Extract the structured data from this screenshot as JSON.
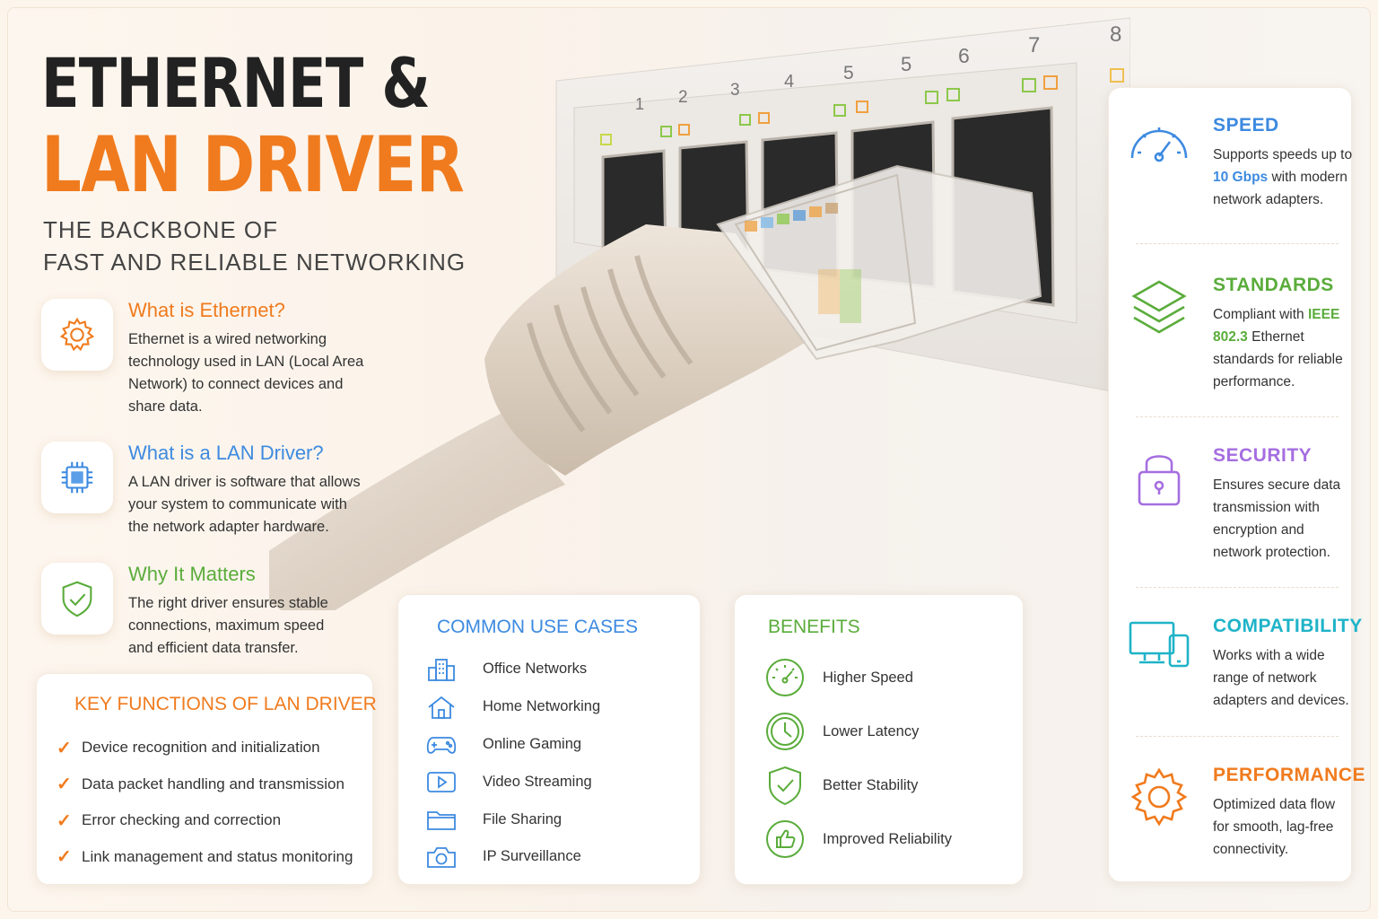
{
  "title": {
    "line1": "ETHERNET &",
    "line2": "LAN DRIVER",
    "subtitle_line1": "THE BACKBONE OF",
    "subtitle_line2": "FAST AND RELIABLE NETWORKING"
  },
  "port_numbers": [
    "1",
    "2",
    "3",
    "4",
    "5",
    "5",
    "6",
    "7",
    "8"
  ],
  "intro": [
    {
      "title": "What is Ethernet?",
      "text": "Ethernet is a wired networking technology used in LAN (Local Area Network) to connect devices and share data.",
      "icon": "gear-icon",
      "color": "#f07b1e"
    },
    {
      "title": "What is a LAN Driver?",
      "text": "A LAN driver is software that allows your system to communicate with the network adapter hardware.",
      "icon": "chip-icon",
      "color": "#3d8ae0"
    },
    {
      "title": "Why It Matters",
      "text": "The right driver ensures stable connections, maximum speed and efficient data transfer.",
      "icon": "shield-check-icon",
      "color": "#5aac3b"
    }
  ],
  "key_functions": {
    "title": "KEY FUNCTIONS OF LAN DRIVER",
    "items": [
      "Device recognition and initialization",
      "Data packet handling and transmission",
      "Error checking and correction",
      "Link management and status monitoring"
    ]
  },
  "use_cases": {
    "title": "COMMON USE CASES",
    "items": [
      {
        "label": "Office Networks",
        "icon": "building-icon"
      },
      {
        "label": "Home Networking",
        "icon": "home-icon"
      },
      {
        "label": "Online Gaming",
        "icon": "gamepad-icon"
      },
      {
        "label": "Video Streaming",
        "icon": "play-icon"
      },
      {
        "label": "File Sharing",
        "icon": "folder-icon"
      },
      {
        "label": "IP Surveillance",
        "icon": "camera-icon"
      }
    ]
  },
  "benefits": {
    "title": "BENEFITS",
    "items": [
      {
        "label": "Higher Speed",
        "icon": "speedometer-icon"
      },
      {
        "label": "Lower Latency",
        "icon": "clock-icon"
      },
      {
        "label": "Better Stability",
        "icon": "shield-check-icon"
      },
      {
        "label": "Improved Reliability",
        "icon": "thumbs-up-icon"
      }
    ]
  },
  "features": [
    {
      "title": "SPEED",
      "text_before": "Supports speeds up to ",
      "highlight": "10 Gbps",
      "text_after": " with modern network adapters.",
      "color": "#3d8ae0",
      "icon": "speedometer-icon"
    },
    {
      "title": "STANDARDS",
      "text_before": "Compliant with ",
      "highlight": "IEEE 802.3",
      "text_after": " Ethernet standards for reliable performance.",
      "color": "#5aac3b",
      "icon": "layers-icon"
    },
    {
      "title": "SECURITY",
      "text_before": "Ensures secure data transmission with encryption and network protection.",
      "highlight": "",
      "text_after": "",
      "color": "#a56ee0",
      "icon": "lock-icon"
    },
    {
      "title": "COMPATIBILITY",
      "text_before": "Works with a wide range of network adapters and devices.",
      "highlight": "",
      "text_after": "",
      "color": "#1fb3c8",
      "icon": "devices-icon"
    },
    {
      "title": "PERFORMANCE",
      "text_before": "Optimized data flow for smooth, lag-free connectivity.",
      "highlight": "",
      "text_after": "",
      "color": "#f07b1e",
      "icon": "gear-icon"
    }
  ]
}
